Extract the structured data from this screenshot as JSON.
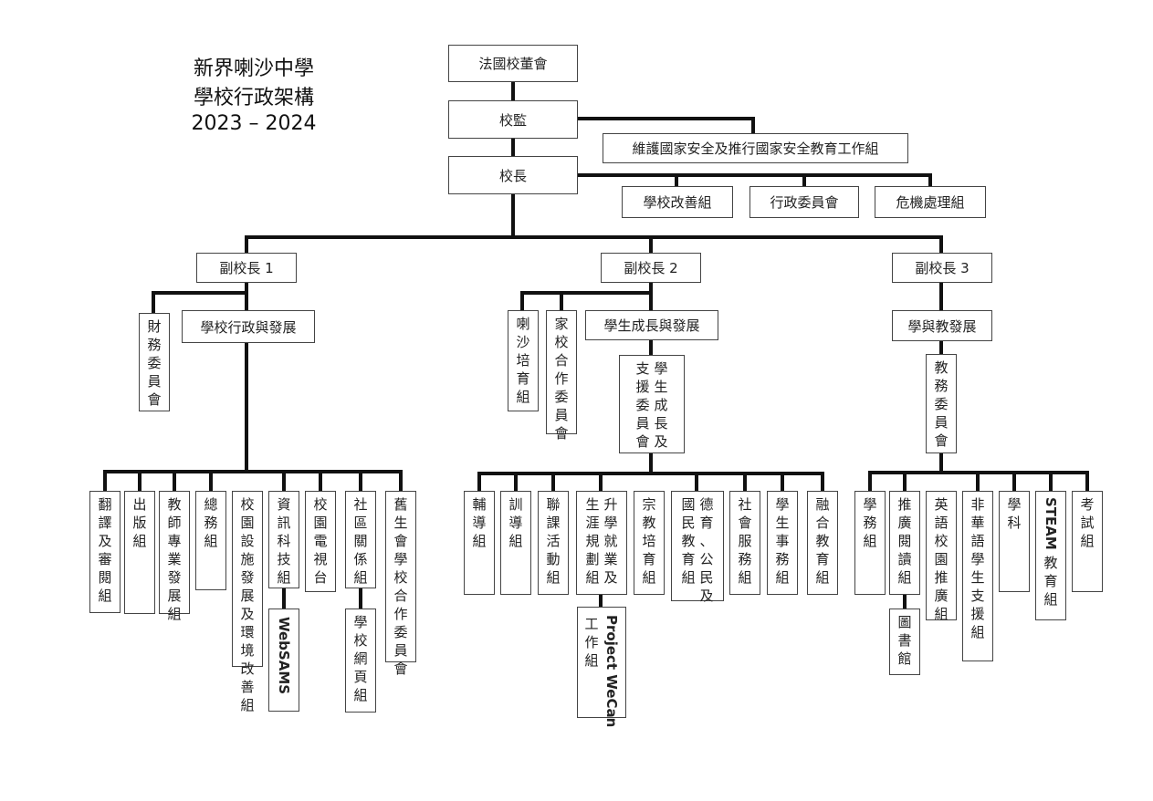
{
  "title": {
    "school": "新界喇沙中學",
    "subtitle": "學校行政架構",
    "year": "2023 – 2024"
  },
  "nodes": {
    "board": "法國校董會",
    "supervisor": "校監",
    "nsec": "維護國家安全及推行國家安全教育工作組",
    "principal": "校長",
    "improve": "學校改善組",
    "admin_committee": "行政委員會",
    "crisis": "危機處理組",
    "vp1": "副校長 1",
    "vp2": "副校長 2",
    "vp3": "副校長 3",
    "finance": "財務委員會",
    "school_admin": "學校行政與發展",
    "lasalle": "喇沙培育組",
    "parent": "家校合作委員會",
    "student_growth": "學生成長與發展",
    "growth_support": [
      "學生成長及",
      "支援委員會"
    ],
    "learning": "學與教發展",
    "academic": "教務委員會"
  },
  "vp1_groups": [
    "翻譯及審閱組",
    "出版組",
    "教師專業發展組",
    "總務組",
    "校園設施發展及環境改善組",
    "資訊科技組",
    "校園電視台",
    "社區關係組",
    "舊生會學校合作委員會"
  ],
  "vp1_subgroups": {
    "websams": "WebSAMS",
    "webpage": "學校網頁組"
  },
  "vp2_groups": [
    "輔導組",
    "訓導組",
    "聯課活動組",
    [
      "升學就業及",
      "生涯規劃組"
    ],
    "宗教培育組",
    [
      "德育、公民及",
      "國民教育組"
    ],
    "社會服務組",
    "學生事務組",
    "融合教育組"
  ],
  "vp2_subgroups": {
    "wecan_en": "Project WeCan",
    "wecan_zh": "工作組"
  },
  "vp3_groups": [
    "學務組",
    "推廣閱讀組",
    "英語校園推廣組",
    "非華語學生支援組",
    "學科",
    "教育組",
    "考試組"
  ],
  "vp3_subgroups": {
    "steam": "STEAM",
    "library": "圖書館"
  }
}
